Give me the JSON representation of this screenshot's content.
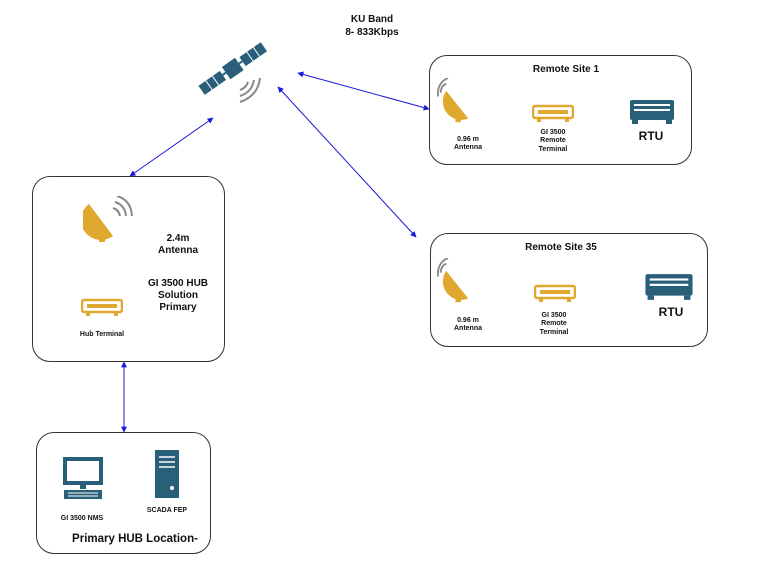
{
  "satellite_link": {
    "band": "KU Band",
    "rate": "8- 833Kbps"
  },
  "hub": {
    "antenna_label": "2.4m\nAntenna",
    "solution_label": "GI 3500 HUB\nSolution\nPrimary",
    "terminal_label": "Hub Terminal"
  },
  "primary_location": {
    "title": "Primary HUB Location-",
    "nms_label": "GI 3500 NMS",
    "fep_label": "SCADA FEP"
  },
  "remote_sites": [
    {
      "title": "Remote Site 1",
      "antenna_label": "0.96 m\nAntenna",
      "terminal_label": "GI 3500\nRemote\nTerminal",
      "rtu_label": "RTU"
    },
    {
      "title": "Remote Site 35",
      "antenna_label": "0.96 m\nAntenna",
      "terminal_label": "GI 3500\nRemote\nTerminal",
      "rtu_label": "RTU"
    }
  ],
  "colors": {
    "link_line": "#1a1adb",
    "antenna": "#e0a82e",
    "terminal": "#e0a82e",
    "rtu": "#2a5f7a",
    "computer": "#2a5f7a",
    "satellite": "#2a5f7a",
    "box_border": "#333333"
  },
  "icons": [
    "satellite-icon",
    "dish-antenna-icon",
    "terminal-icon",
    "rtu-icon",
    "computer-icon",
    "server-icon"
  ]
}
